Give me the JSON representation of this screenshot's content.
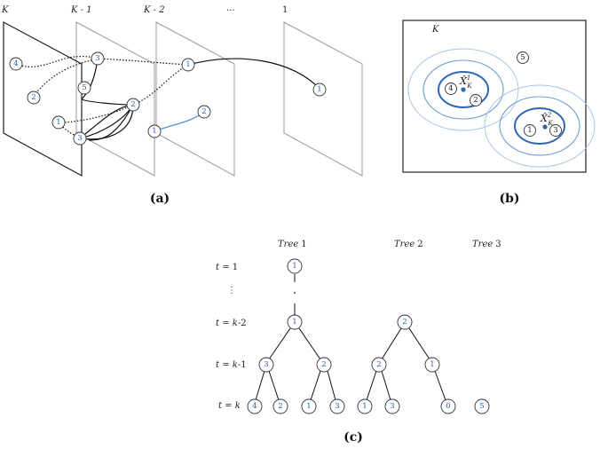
{
  "panel_a": {
    "plane_labels": [
      "K",
      "K - 1",
      "K - 2",
      "...",
      "1"
    ],
    "nodes": [
      "4",
      "3",
      "2",
      "5",
      "1",
      "3",
      "2",
      "1",
      "2",
      "1",
      "1"
    ],
    "caption": "(a)"
  },
  "panel_b": {
    "frame_label": "K",
    "centroid1": "X̂",
    "centroid1_sup": "1",
    "centroid1_sub": "K",
    "centroid2": "X̂",
    "centroid2_sup": "2",
    "centroid2_sub": "K",
    "nodes": [
      "5",
      "4",
      "2",
      "1",
      "3"
    ],
    "caption": "(b)"
  },
  "panel_c": {
    "tree_titles": [
      "Tree",
      "Tree",
      "Tree"
    ],
    "tree_numbers": [
      "1",
      "2",
      "3"
    ],
    "t_labels": [
      {
        "var": "t",
        "rest": " = 1"
      },
      {
        "var": "t",
        "rest": " = ",
        "k": "k",
        "tail": "-2"
      },
      {
        "var": "t",
        "rest": " = ",
        "k": "k",
        "tail": "-1"
      },
      {
        "var": "t",
        "rest": " = ",
        "k": "k",
        "tail": ""
      }
    ],
    "nodes": [
      "1",
      "1",
      "3",
      "2",
      "4",
      "2",
      "1",
      "3",
      "2",
      "2",
      "1",
      "1",
      "3",
      "0",
      "5"
    ],
    "caption": "(c)"
  }
}
